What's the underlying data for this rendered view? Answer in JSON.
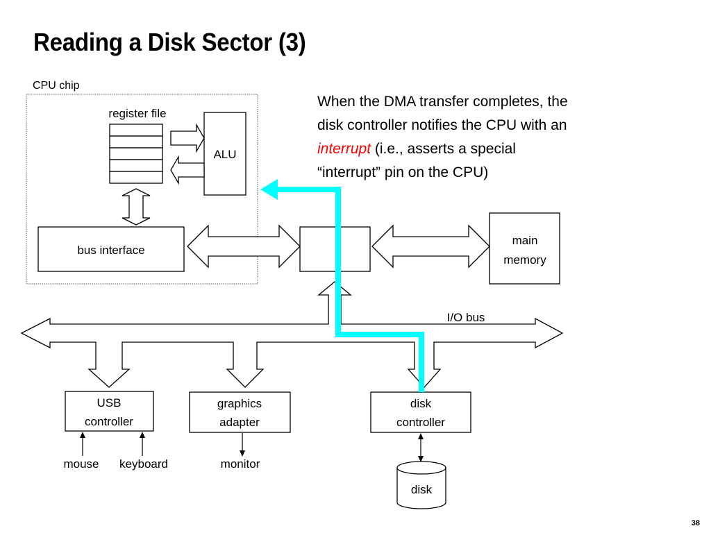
{
  "slide": {
    "title": "Reading a Disk Sector (3)",
    "page_number": "38"
  },
  "description": {
    "line1": "When the DMA transfer completes, the",
    "line2": "disk controller notifies the CPU with an",
    "emphasis": "interrupt",
    "line3_rest": " (i.e., asserts a special",
    "line4": "“interrupt” pin on the CPU)",
    "emphasis_color": "#ff0000"
  },
  "diagram": {
    "cpu_chip_label": "CPU chip",
    "register_file_label": "register file",
    "alu_label": "ALU",
    "bus_interface_label": "bus interface",
    "main_memory_label": [
      "main",
      "memory"
    ],
    "io_bus_label": "I/O bus",
    "usb_controller_label": [
      "USB",
      "controller"
    ],
    "graphics_adapter_label": [
      "graphics",
      "adapter"
    ],
    "disk_controller_label": [
      "disk",
      "controller"
    ],
    "mouse_label": "mouse",
    "keyboard_label": "keyboard",
    "monitor_label": "monitor",
    "disk_label": "disk",
    "interrupt_path_color": "#00ffff"
  }
}
